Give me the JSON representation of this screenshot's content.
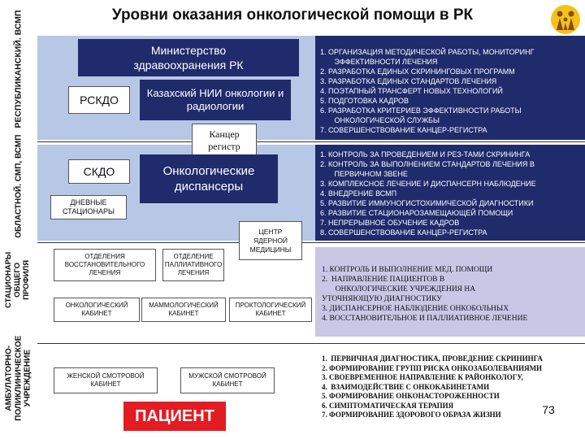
{
  "title": "Уровни оказания онкологической помощи в РК",
  "logo_icon": "family-logo-icon",
  "sections": {
    "republic": "РЕСПУБЛИКАНСКИЙ. ВСМП",
    "oblast": "ОБЛАСТНОЙ. СМП, ВСМП",
    "hospitals": "СТАЦИОНАРЫ ОБЩЕГО ПРОФИЛЯ",
    "outpatient": "АМБУЛАТОРНО-ПОЛИКЛИНИЧЕСКОЕ УЧРЕЖДЕНИЕ"
  },
  "boxes": {
    "ministry": "Министерство здравоохранения РК",
    "kaziior": "Казахский НИИ онкологии и радиологии",
    "rskdo": "РСКДО",
    "cancer_register": "Канцер регистр",
    "skdo": "СКДО",
    "dispensaries": "Онкологические диспансеры",
    "day_hospitals": "ДНЕВНЫЕ СТАЦИОНАРЫ",
    "nuclear_center": "ЦЕНТР ЯДЕРНОЙ МЕДИЦИНЫ",
    "rehab": "ОТДЕЛЕНИЯ ВОССТАНОВИТЕЛЬНОГО ЛЕЧЕНИЯ",
    "palliative": "ОТДЕЛЕНИЕ ПАЛЛИАТИВНОГО ЛЕЧЕНИЯ",
    "onco_cab": "ОНКОЛОГИЧЕСКИЙ КАБИНЕТ",
    "mammo_cab": "МАММОЛОГИЧЕСКИЙ КАБИНЕТ",
    "procto_cab": "ПРОКТОЛОГИЧЕСКИЙ КАБИНЕТ",
    "female_room": "ЖЕНСКОЙ СМОТРОВОЙ КАБИНЕТ",
    "male_room": "МУЖСКОЙ СМОТРОВОЙ КАБИНЕТ",
    "patient": "ПАЦИЕНТ"
  },
  "lists": {
    "republic": [
      "1. ОРГАНИЗАЦИЯ МЕТОДИЧЕСКОЙ РАБОТЫ, МОНИТОРИНГ",
      "       ЭФФЕКТИВНОСТИ ЛЕЧЕНИЯ",
      "2. РАЗРАБОТКА ЕДИНЫХ СКРИНИНГОВЫХ ПРОГРАММ",
      "3. РАЗРАБОТКА ЕДИНЫХ СТАНДАРТОВ ЛЕЧЕНИЯ",
      "4. ПОЭТАПНЫЙ ТРАНСФЕРТ НОВЫХ ТЕХНОЛОГИЙ",
      "5. ПОДГОТОВКА КАДРОВ",
      "6. РАЗРАБОТКА КРИТЕРИЕВ ЭФФЕКТИВНОСТИ РАБОТЫ",
      "       ОНКОЛОГИЧЕСКОЙ СЛУЖБЫ",
      "7. СОВЕРШЕНСТВОВАНИЕ КАНЦЕР-РЕГИСТРА"
    ],
    "oblast": [
      "1. КОНТРОЛЬ ЗА ПРОВЕДЕНИЕМ И РЕЗ-ТАМИ СКРИНИНГА",
      "2. КОНТРОЛЬ ЗА ВЫПОЛНЕНИЕМ СТАНДАРТОВ ЛЕЧЕНИЯ В",
      "       ПЕРВИЧНОМ ЗВЕНЕ",
      "3. КОМПЛЕКСНОЕ ЛЕЧЕНИЕ И ДИСПАНСЕРН НАБЛЮДЕНИЕ",
      "4. ВНЕДРЕНИЕ ВСМП",
      "5. РАЗВИТИЕ ИММУНОГИСТОХИМИЧЕСКОЙ ДИАГНОСТИКИ",
      "6. РАЗВИТИЕ СТАЦИОНАРОЗАМЕЩАЮЩЕЙ ПОМОЩИ",
      "7. НЕПРЕРЫВНОЕ ОБУЧЕНИЕ КАДРОВ",
      "8. СОВЕРШЕНСТВОВАНИЕ КАНЦЕР-РЕГИСТРА"
    ],
    "hospitals": [
      "1. КОНТРОЛЬ И ВЫПОЛНЕНИЕ МЕД. ПОМОЩИ",
      "2.  НАПРАВЛЕНИЕ ПАЦИЕНТОВ В",
      "       ОНКОЛОГИЧЕСКИЕ УЧРЕЖДЕНИЯ НА",
      "УТОЧНЯЮЩУЮ ДИАГНОСТИКУ",
      "3. ДИСПАНСЕРНОЕ НАБЛЮДЕНИЕ ОНКОБОЛЬНЫХ",
      "4. ВОССТАНОВИТЕЛЬНОЕ И ПАЛЛИАТИВНОЕ ЛЕЧЕНИЕ"
    ],
    "outpatient": [
      "1.  ПЕРВИЧНАЯ ДИАГНОСТИКА, ПРОВЕДЕНИЕ СКРИНИНГА",
      "2. ФОРМИРОВАНИЕ ГРУПП РИСКА ОНКОЗАБОЛЕВАНИЯМИ",
      "3. СВОЕВРЕМЕННОЕ НАПРАВЛЕНИЕ К РАЙОНКОЛОГУ,",
      "4.  ВЗАИМОДЕЙСТВИЕ С ОНКОКАБИНЕТАМИ",
      "5. ФОРМИРОВАНИЕ ОНКОНАСТОРОЖЕННОСТИ",
      "6. СИМПТОМАТИЧЕСКАЯ ТЕРАПИЯ",
      "7. ФОРМИРОВАНИЕ ЗДОРОВОГО ОБРАЗА ЖИЗНИ"
    ]
  },
  "slide_number": "73",
  "colors": {
    "navy": "#1f2b6b",
    "band_blue": "#b7c7e6",
    "band_lavender": "#c9c6e6",
    "patient_red": "#e31b23"
  }
}
